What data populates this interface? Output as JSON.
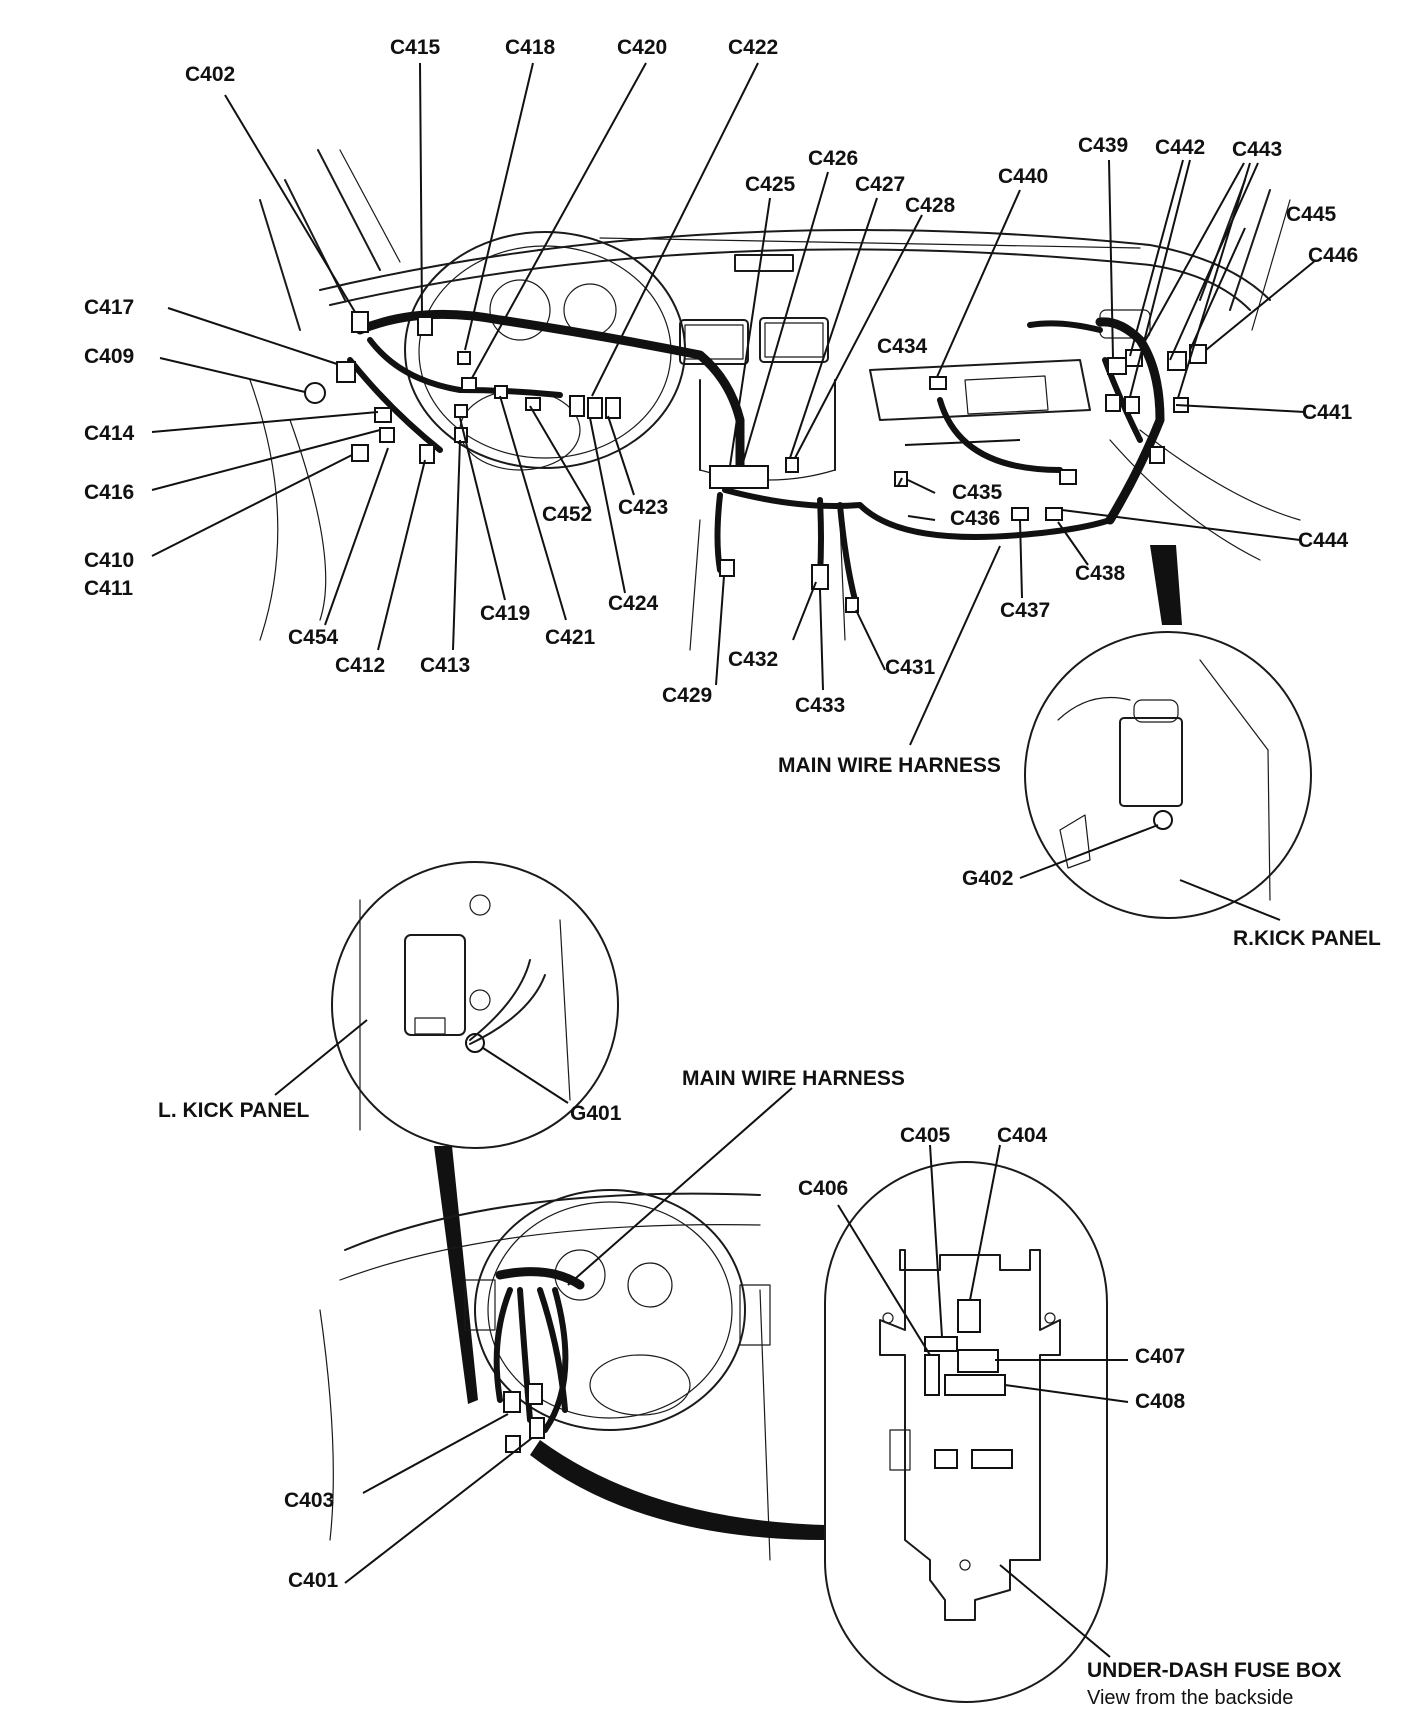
{
  "connectors_top": [
    "C402",
    "C415",
    "C418",
    "C420",
    "C422",
    "C426",
    "C425",
    "C427",
    "C428",
    "C440",
    "C439",
    "C442",
    "C443",
    "C445",
    "C446",
    "C417",
    "C409",
    "C434",
    "C441",
    "C414",
    "C435",
    "C436",
    "C416",
    "C452",
    "C423",
    "C444",
    "C410",
    "C411",
    "C438",
    "C419",
    "C424",
    "C437",
    "C454",
    "C421",
    "C412",
    "C413",
    "C432",
    "C431",
    "C429",
    "C433"
  ],
  "grounds": [
    "G402",
    "G401"
  ],
  "callouts": {
    "main_wire_harness_top": "MAIN WIRE HARNESS",
    "r_kick_panel": "R.KICK PANEL",
    "l_kick_panel": "L. KICK PANEL",
    "main_wire_harness_bottom": "MAIN WIRE HARNESS",
    "under_dash_fuse_box": "UNDER-DASH FUSE BOX",
    "fuse_box_note": "View from the backside"
  },
  "connectors_bottom": [
    "C405",
    "C404",
    "C406",
    "C407",
    "C408",
    "C403",
    "C401"
  ]
}
